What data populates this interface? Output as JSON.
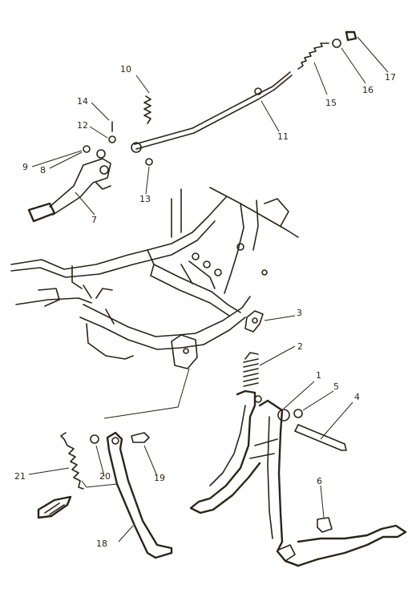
{
  "callouts": [
    {
      "id": "c1",
      "text": "1"
    },
    {
      "id": "c2",
      "text": "2"
    },
    {
      "id": "c3",
      "text": "3"
    },
    {
      "id": "c4",
      "text": "4"
    },
    {
      "id": "c5",
      "text": "5"
    },
    {
      "id": "c6",
      "text": "6"
    },
    {
      "id": "c7",
      "text": "7"
    },
    {
      "id": "c8",
      "text": "8"
    },
    {
      "id": "c9",
      "text": "9"
    },
    {
      "id": "c10",
      "text": "10"
    },
    {
      "id": "c11",
      "text": "11"
    },
    {
      "id": "c12",
      "text": "12"
    },
    {
      "id": "c13",
      "text": "13"
    },
    {
      "id": "c14",
      "text": "14"
    },
    {
      "id": "c15",
      "text": "15"
    },
    {
      "id": "c16",
      "text": "16"
    },
    {
      "id": "c17",
      "text": "17"
    },
    {
      "id": "c18",
      "text": "18"
    },
    {
      "id": "c19",
      "text": "19"
    },
    {
      "id": "c20",
      "text": "20"
    },
    {
      "id": "c21",
      "text": "21"
    }
  ]
}
